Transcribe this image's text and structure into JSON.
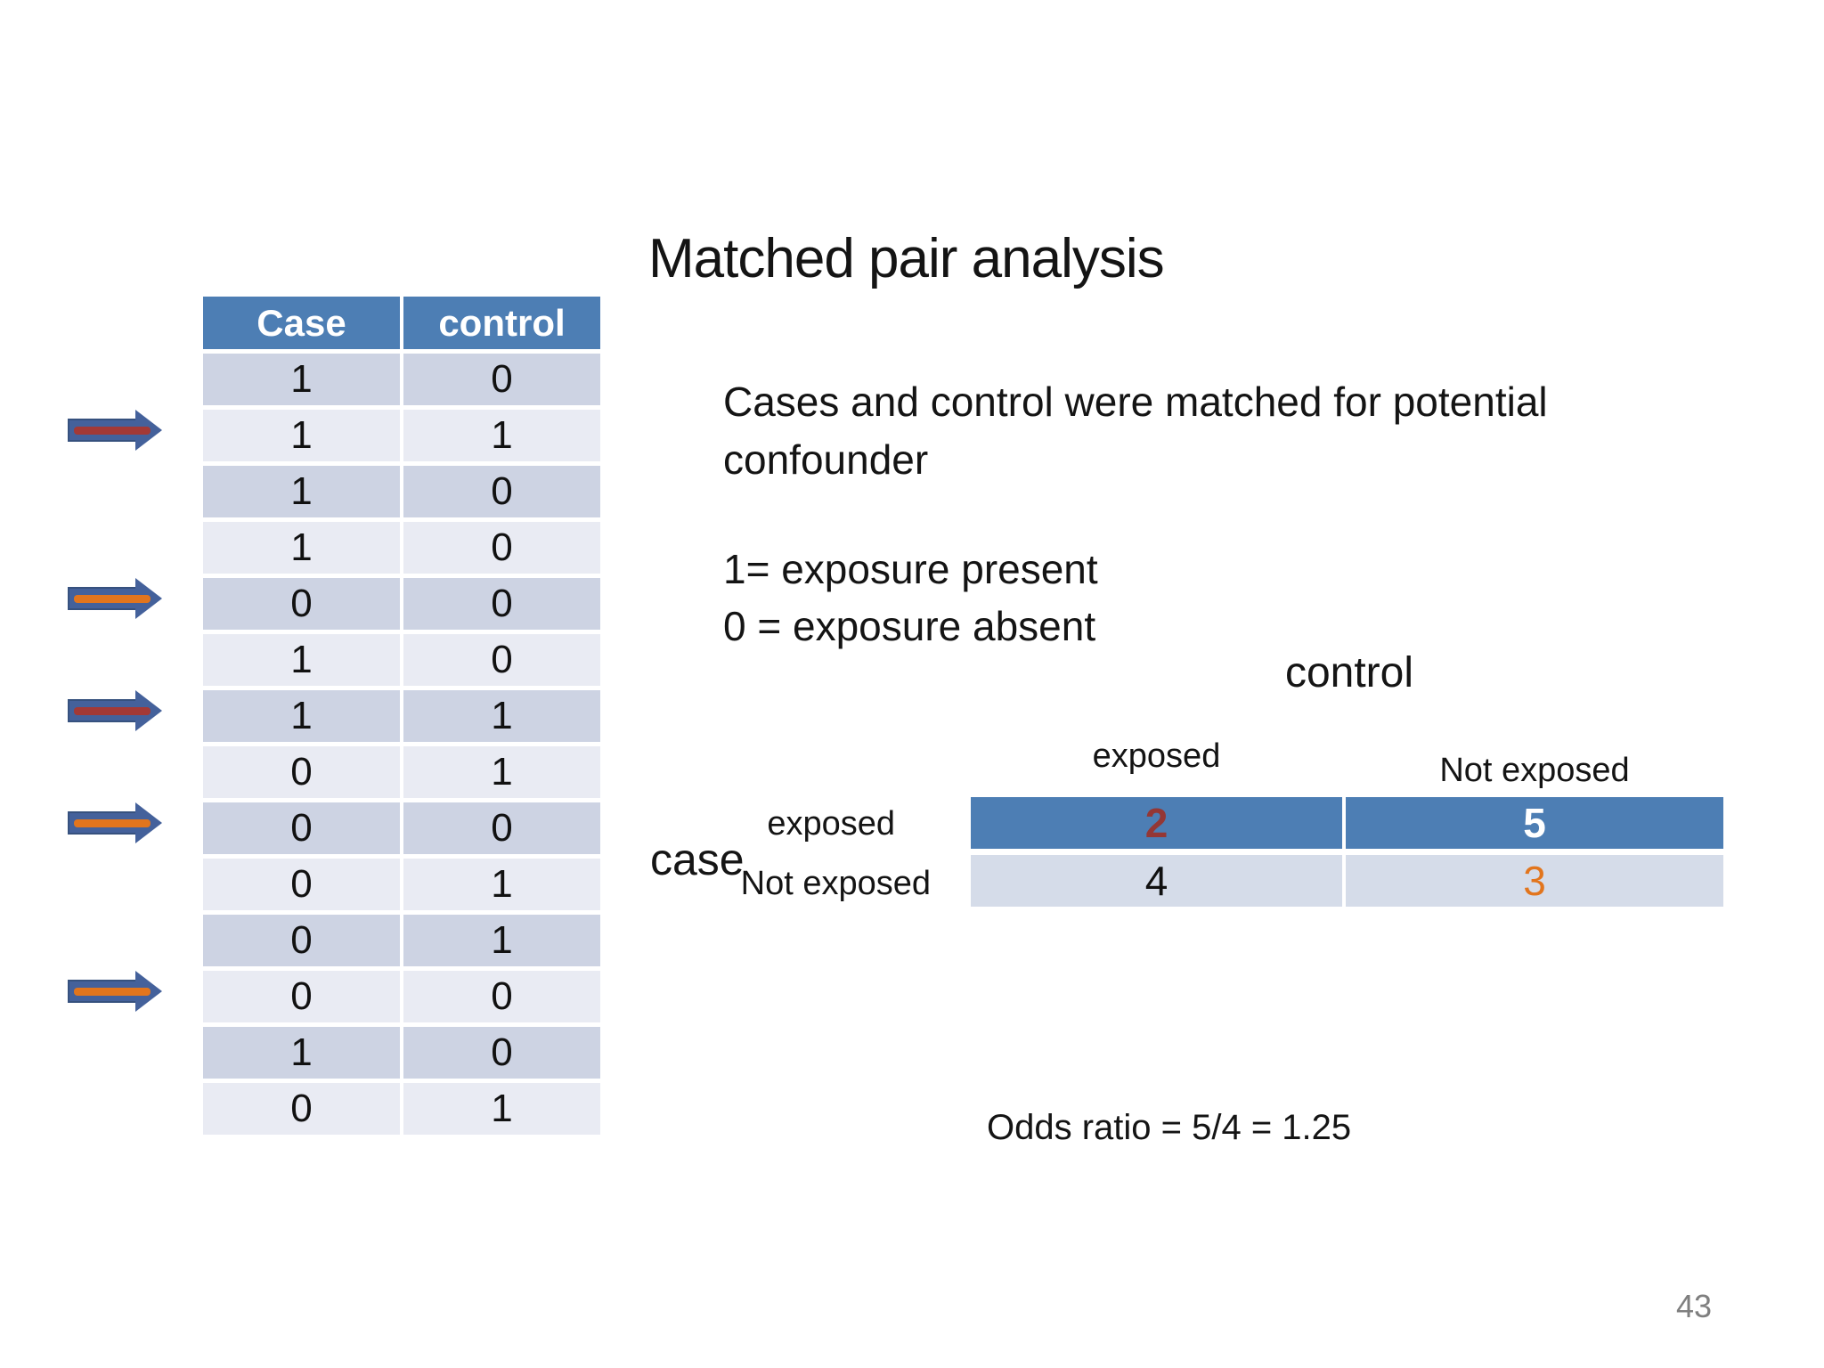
{
  "title": "Matched pair analysis",
  "description": {
    "line1": "Cases and control were matched for potential",
    "line2": "confounder"
  },
  "legend": {
    "line1": "1= exposure present",
    "line2": "0 = exposure absent"
  },
  "pair_table": {
    "columns": [
      "Case",
      "control"
    ],
    "rows": [
      [
        1,
        0
      ],
      [
        1,
        1
      ],
      [
        1,
        0
      ],
      [
        1,
        0
      ],
      [
        0,
        0
      ],
      [
        1,
        0
      ],
      [
        1,
        1
      ],
      [
        0,
        1
      ],
      [
        0,
        0
      ],
      [
        0,
        1
      ],
      [
        0,
        1
      ],
      [
        0,
        0
      ],
      [
        1,
        0
      ],
      [
        0,
        1
      ]
    ]
  },
  "arrows": [
    {
      "points_to_row": 2,
      "stripe_color": "#A33936"
    },
    {
      "points_to_row": 5,
      "stripe_color": "#E2751D"
    },
    {
      "points_to_row": 7,
      "stripe_color": "#A33936"
    },
    {
      "points_to_row": 9,
      "stripe_color": "#E2751D"
    },
    {
      "points_to_row": 12,
      "stripe_color": "#E2751D"
    }
  ],
  "matrix": {
    "col_group_label": "control",
    "row_group_label": "case",
    "col_headers": [
      "exposed",
      "Not exposed"
    ],
    "row_headers": [
      "exposed",
      "Not exposed"
    ],
    "cells": [
      [
        {
          "value": "2",
          "color": "#943735"
        },
        {
          "value": "5",
          "color": "#FFFFFF"
        }
      ],
      [
        {
          "value": "4",
          "color": "#111111"
        },
        {
          "value": "3",
          "color": "#E2751D"
        }
      ]
    ]
  },
  "odds_ratio_text": "Odds ratio = 5/4 = 1.25",
  "page_number": "43",
  "colors": {
    "table_header_blue": "#4D7EB4",
    "row_dark": "#CDD3E3",
    "row_light": "#E9EBF3",
    "matrix_blue": "#4D7EB4",
    "matrix_light": "#D5DCE9",
    "arrow_body_blue": "#44619B",
    "arrow_stripe_red": "#A33936",
    "arrow_stripe_orange": "#E2751D",
    "page_number_gray": "#7F7F7F"
  }
}
